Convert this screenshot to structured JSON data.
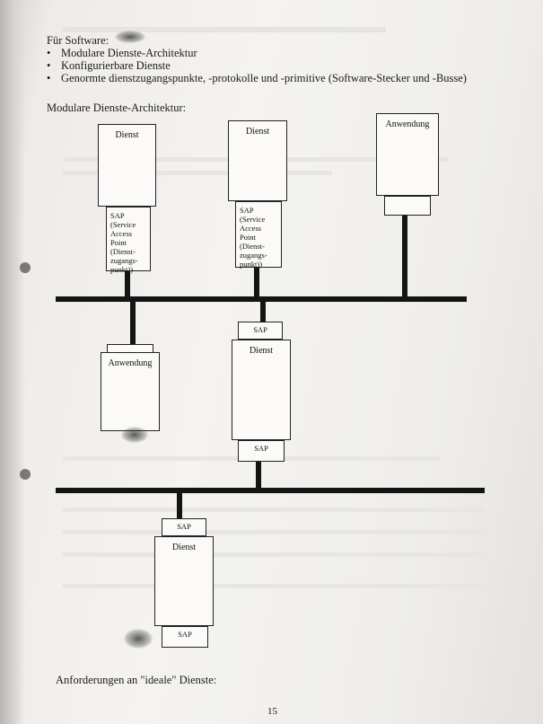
{
  "intro": {
    "heading": "Für Software:",
    "bullets": [
      "Modulare Dienste-Architektur",
      "Konfigurierbare Dienste",
      "Genormte dienstzugangspunkte, -protokolle und -primitive (Software-Stecker und -Busse)"
    ]
  },
  "section_title": "Modulare Dienste-Architektur:",
  "diagram": {
    "dienst_label": "Dienst",
    "anwendung_label": "Anwendung",
    "sap_short": "SAP",
    "sap_long": [
      "SAP",
      "(Service",
      "Access",
      "Point",
      "(Dienst-",
      "zugangs-",
      "punkt))"
    ]
  },
  "footer": {
    "requirements_heading": "Anforderungen an \"ideale\" Dienste:",
    "page_number": "15"
  }
}
